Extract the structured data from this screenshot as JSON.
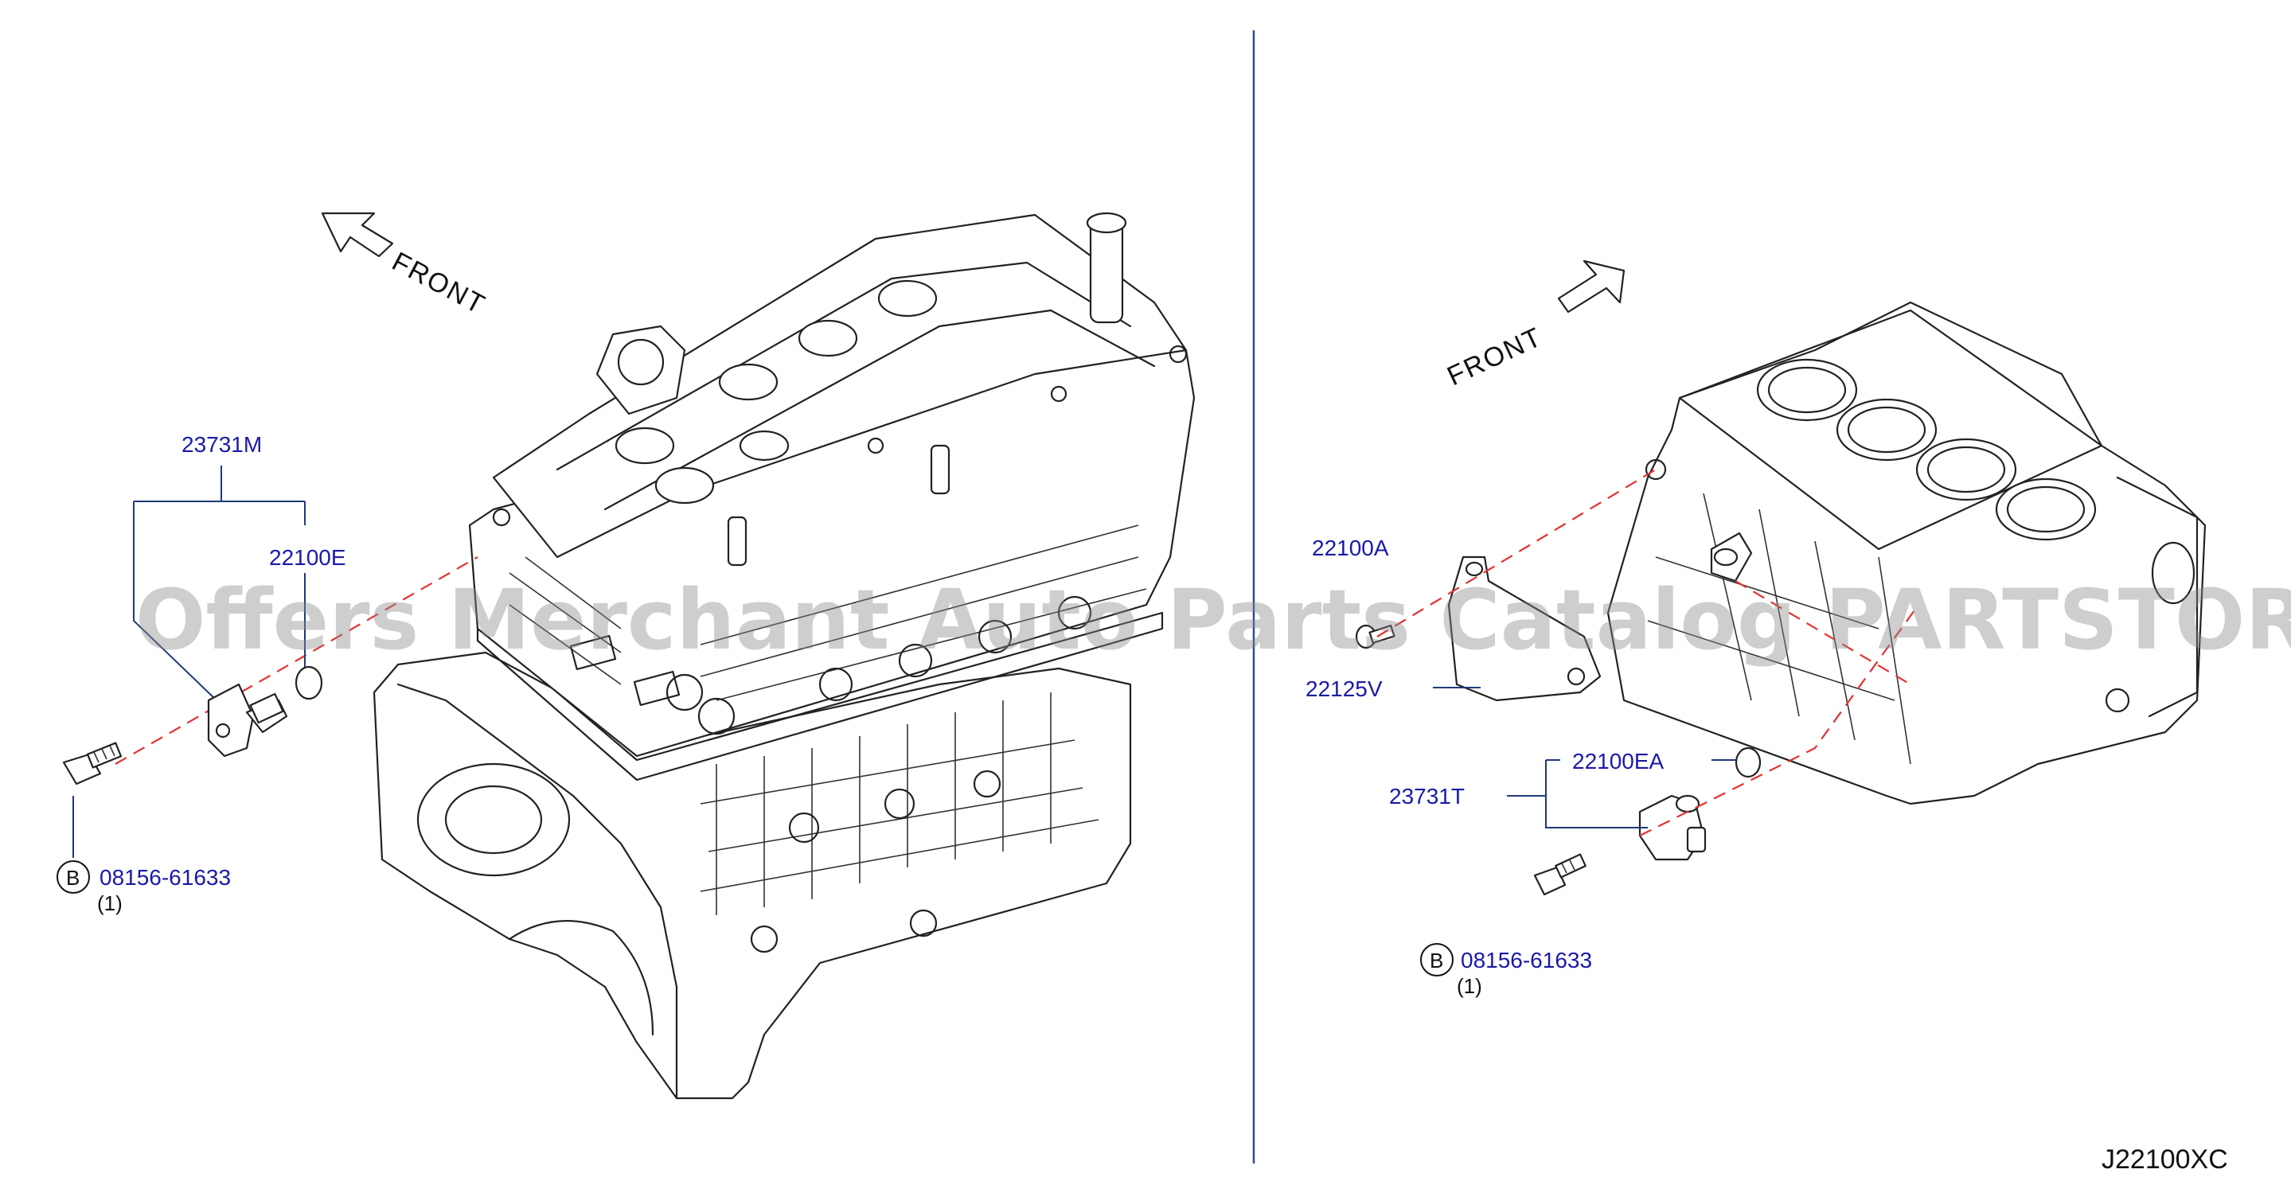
{
  "diagram_code": "J22100XC",
  "watermark": "Offers Merchant Auto Parts Catalog PARTSTORE.SA",
  "left_view": {
    "front_label": "FRONT",
    "parts": {
      "sensor": "23731M",
      "o_ring": "22100E",
      "bolt": "08156-61633",
      "bolt_badge": "B",
      "bolt_qty": "(1)"
    }
  },
  "right_view": {
    "front_label": "FRONT",
    "parts": {
      "bolt_small": "22100A",
      "bracket": "22125V",
      "o_ring": "22100EA",
      "sensor": "23731T",
      "bolt": "08156-61633",
      "bolt_badge": "B",
      "bolt_qty": "(1)"
    }
  }
}
